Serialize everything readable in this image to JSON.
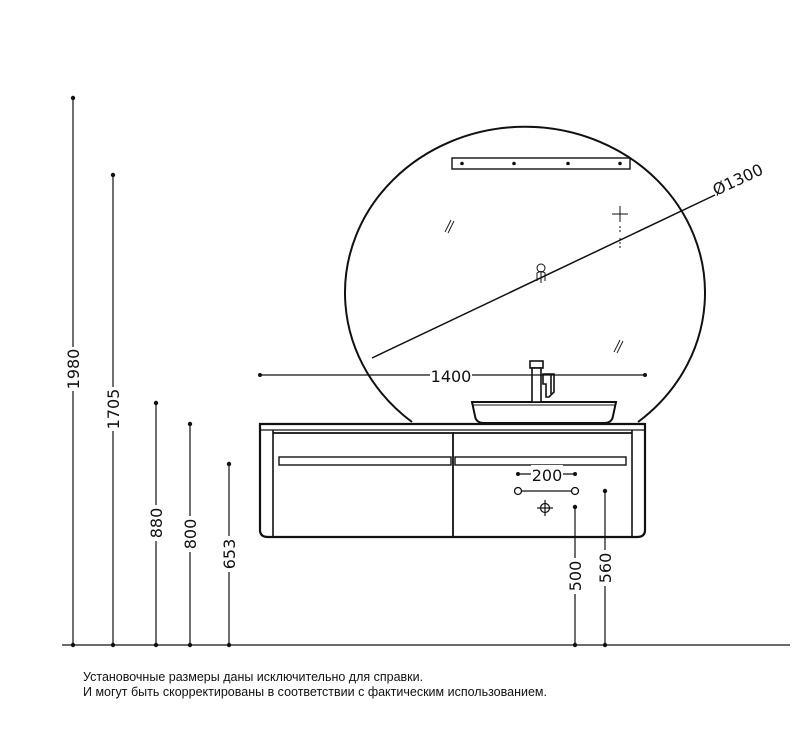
{
  "dimensions": {
    "height_total": "1980",
    "height_mirror_top": "1705",
    "height_counter": "880",
    "height_basin_top": "800",
    "height_cabinet_top": "653",
    "height_drain": "500",
    "height_supply": "560",
    "width_cabinet": "1400",
    "supply_spacing": "200",
    "mirror_diameter": "Ø1300"
  },
  "notes": {
    "line1": "Установочные размеры даны исключительно для справки.",
    "line2": "И могут быть скорректированы в соответствии с фактическим использованием."
  },
  "colors": {
    "line": "#111111",
    "background": "#ffffff"
  }
}
